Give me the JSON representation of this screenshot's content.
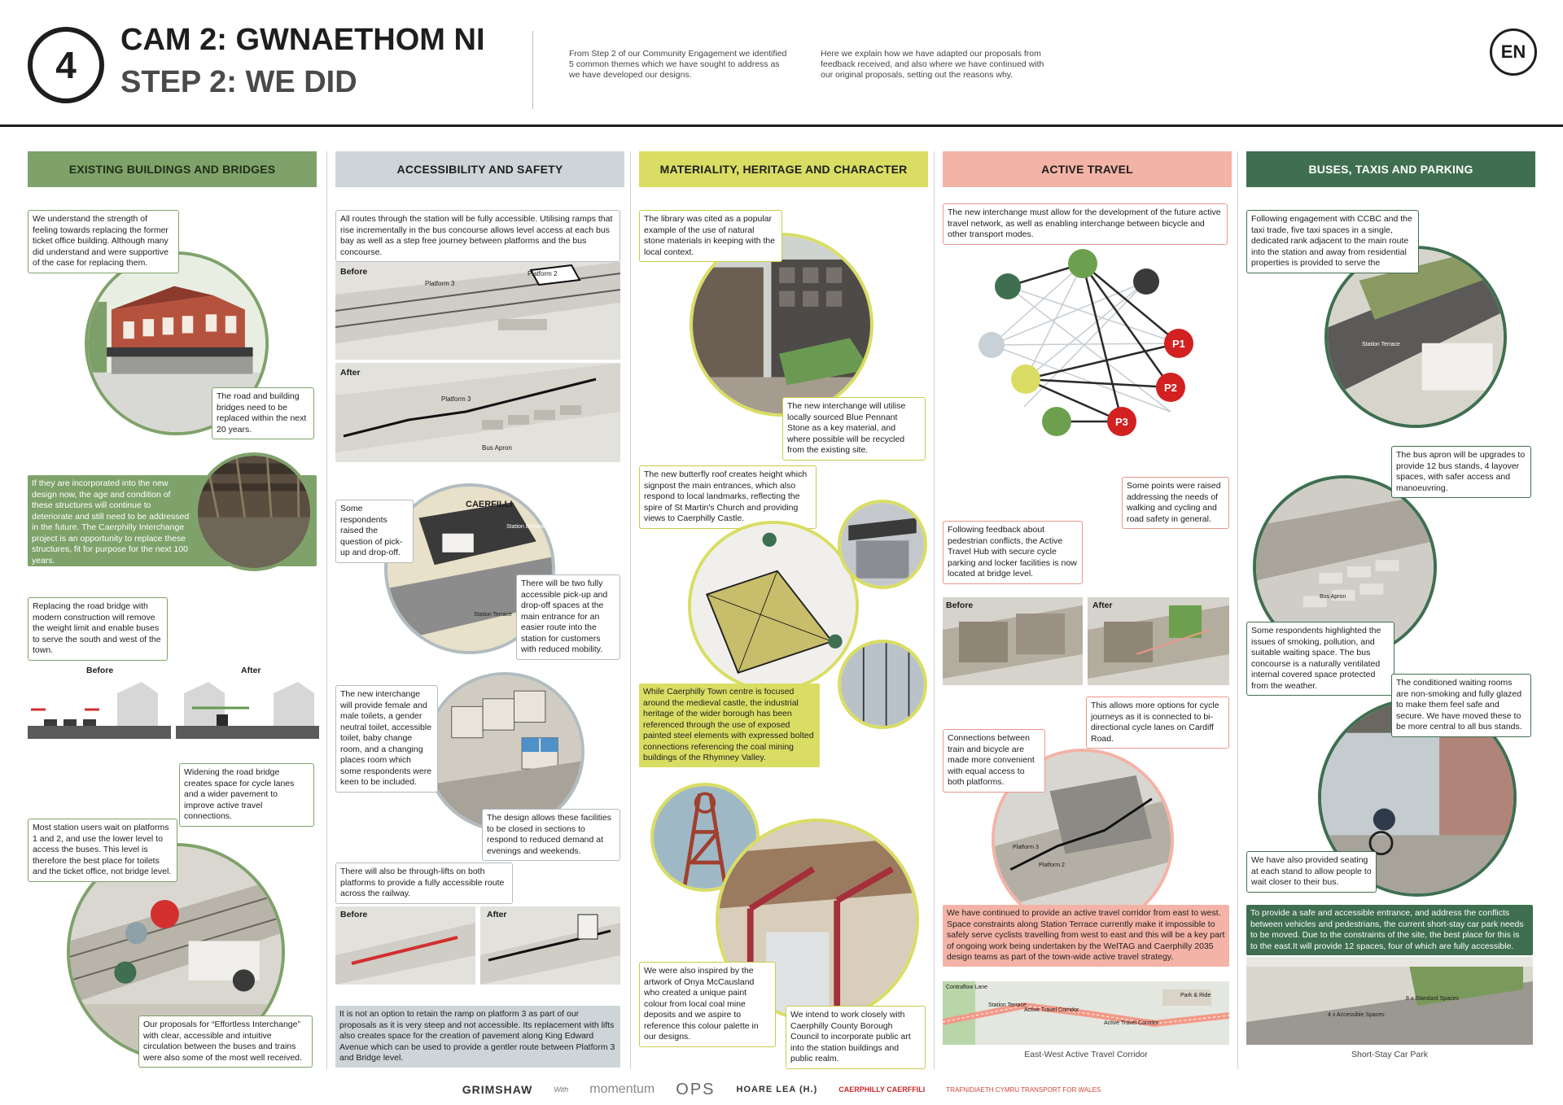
{
  "header": {
    "step_number": "4",
    "title_cy": "CAM 2: GWNAETHOM NI",
    "title_en": "STEP 2: WE DID",
    "intro_1": "From Step 2 of our Community Engagement we identified 5 common themes which we have sought to address as we have developed our designs.",
    "intro_2": "Here we explain how we have adapted our proposals from feedback received, and also where we have continued with our original proposals, setting out the reasons why.",
    "language": "EN"
  },
  "colors": {
    "existing": "#7fa26a",
    "accessibility": "#cdd5d8",
    "materiality": "#d9dd63",
    "active": "#f3b3a6",
    "buses": "#3f6f50"
  },
  "columns": {
    "existing": {
      "title": "EXISTING BUILDINGS AND BRIDGES",
      "note_1": "We understand the strength of feeling towards replacing the former ticket office building. Although many did understand and were supportive of the case for replacing them.",
      "note_2": "The road and building bridges need to be replaced within the next 20 years.",
      "note_3": "If they are incorporated into the new design now, the age and condition of these structures will continue to deteriorate and still need to be addressed in the future. The Caerphilly Interchange project is an opportunity to replace these structures, fit for purpose for the next 100 years.",
      "note_4": "Replacing the road bridge with modern construction will remove the weight limit and enable buses to serve the south and west of the town.",
      "before_label": "Before",
      "after_label": "After",
      "note_5": "Widening the road bridge creates space for cycle lanes and a wider pavement to improve active travel connections.",
      "note_6": "Most station users wait on platforms 1 and 2, and use the lower level to access the buses. This level is therefore the best place for toilets and the ticket office, not bridge level.",
      "note_7": "Our proposals for “Effortless Interchange” with clear, accessible and intuitive circulation between the buses and trains were also some of the most well received."
    },
    "accessibility": {
      "title": "ACCESSIBILITY AND SAFETY",
      "note_1": "All routes through the station will be fully accessible. Utilising ramps that rise incrementally in the bus concourse allows level access at each bus bay as well as a step free journey between platforms and the bus concourse.",
      "before_label": "Before",
      "after_label": "After",
      "platform_3": "Platform 3",
      "platform_2": "Platform 2",
      "bus_apron": "Bus Apron",
      "note_2": "Some respondents raised the question of pick-up and drop-off.",
      "sign_text": "CAERFILLI",
      "station_entrance": "Station Entrance",
      "station_terrace": "Station Terrace",
      "note_3": "There will be two fully accessible pick-up and drop-off spaces at the main entrance for an easier route into the station for customers with reduced mobility.",
      "note_4": "The new interchange will provide female and male toilets, a gender neutral toilet, accessible toilet, baby change room, and a changing places room which some respondents were keen to be included.",
      "note_5": "The design allows these facilities to be closed in sections to respond to reduced demand at evenings and weekends.",
      "note_6": "There will also be through-lifts on both platforms to provide a fully accessible route across the railway.",
      "before_label_2": "Before",
      "after_label_2": "After",
      "note_7": "It is not an option to retain the ramp on platform 3 as part of our proposals as it is very steep and not accessible. Its replacement with lifts also creates space for the creation of pavement along King Edward Avenue which can be used to provide a gentler route between Platform 3 and Bridge level."
    },
    "materiality": {
      "title": "MATERIALITY, HERITAGE AND CHARACTER",
      "note_1": "The library was cited as a popular example of the use of natural stone materials in keeping with the local context.",
      "note_2": "The new interchange will utilise locally sourced Blue Pennant Stone as a key material, and where possible will be recycled from the existing site.",
      "note_3": "The new butterfly roof creates height which signpost the main entrances, which also respond to local landmarks, reflecting the spire of St Martin's Church and providing views to Caerphilly Castle.",
      "note_4": "While Caerphilly Town centre is focused around the medieval castle, the industrial heritage of the wider borough has been referenced through the use of exposed painted steel elements with expressed bolted connections referencing the coal mining buildings of the Rhymney Valley.",
      "note_5": "We were also inspired by the artwork of Onya McCausland who created a unique paint colour from local coal mine deposits and we aspire to reference this colour palette in our designs.",
      "note_6": "We intend to work closely with Caerphilly County Borough Council to incorporate public art into the station buildings and public realm."
    },
    "active": {
      "title": "ACTIVE TRAVEL",
      "note_1": "The new interchange must allow for the development of the future active travel network, as well as enabling interchange between bicycle and other transport modes.",
      "p1": "P1",
      "p2": "P2",
      "p3": "P3",
      "note_2": "Some points were raised addressing the needs of walking and cycling and road safety in general.",
      "note_3": "Following feedback about pedestrian conflicts, the Active Travel Hub with secure cycle parking and locker facilities is now located at bridge level.",
      "before_label": "Before",
      "after_label": "After",
      "note_4": "This allows more options for cycle journeys as it is connected to bi-directional cycle lanes on Cardiff Road.",
      "note_5": "Connections between train and bicycle are made more convenient with equal access to both platforms.",
      "platform_3": "Platform 3",
      "platform_2": "Platform 2",
      "note_6": "We have continued to provide an active travel corridor from east to west. Space constraints along Station Terrace currently make it impossible to safely serve cyclists travelling from west to east and this will be a key part of ongoing work being undertaken by the WelTAG and Caerphilly 2035 design teams as part of the town-wide active travel strategy.",
      "map_contraflow": "Contraflow Lane",
      "map_station_terrace": "Station Terrace",
      "map_corridor_1": "Active Travel Corridor",
      "map_corridor_2": "Active Travel Corridor",
      "map_park_ride": "Park & Ride",
      "caption": "East-West Active Travel Corridor"
    },
    "buses": {
      "title": "BUSES, TAXIS AND PARKING",
      "note_1": "Following engagement with CCBC and the taxi trade, five taxi spaces in a single, dedicated rank adjacent to the main route into the station and away from residential properties is provided to serve the",
      "station_terrace": "Station Terrace",
      "note_2": "The bus apron will be upgrades to provide 12 bus stands, 4 layover spaces, with safer access and manoeuvring.",
      "bus_apron": "Bus Apron",
      "note_3": "Some respondents highlighted the issues of smoking, pollution, and suitable waiting space. The bus concourse is a naturally ventilated internal covered space protected from the weather.",
      "note_4": "The conditioned waiting rooms are non-smoking and fully glazed to make them feel safe and secure. We have moved these to be more central to all bus stands.",
      "note_5": "We have also provided seating at each stand to allow people to wait closer to their bus.",
      "note_6": "To provide a safe and accessible entrance, and address the conflicts between vehicles and pedestrians, the current short-stay car park needs to be moved. Due to the constraints of the site, the best place for this is to the east.It will provide 12 spaces, four of which are fully accessible.",
      "map_accessible": "4 x Accessible Spaces",
      "map_standard": "8 x Standard Spaces",
      "caption": "Short-Stay Car Park"
    }
  },
  "footer": {
    "grimshaw": "GRIMSHAW",
    "with": "With",
    "momentum": "momentum",
    "ops": "OPS",
    "hoare_lea": "HOARE LEA (H.)",
    "caerphilly": "CAERPHILLY CAERFFILI",
    "tfw": "TRAFNIDIAETH CYMRU TRANSPORT FOR WALES"
  }
}
